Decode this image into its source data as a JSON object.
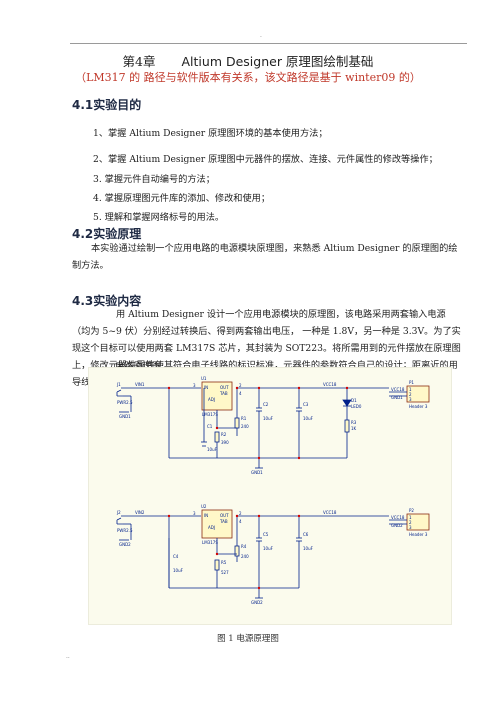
{
  "header": {
    "dot": "·",
    "chapter_num": "第4章",
    "chapter_title": "Altium Designer 原理图绘制基础",
    "subtitle": "（LM317 的 路径与软件版本有关系，该文路径是基于 winter09 的）"
  },
  "section1": {
    "heading": "4.1实验目的",
    "items": [
      "1、掌握 Altium Designer 原理图环境的基本使用方法；",
      "2、掌握 Altium Designer 原理图中元器件的摆放、连接、元件属性的修改等操作；",
      "3. 掌握元件自动编号的方法；",
      "4. 掌握原理图元件库的添加、修改和使用；",
      "5. 理解和掌握网络标号的用法。"
    ]
  },
  "section2": {
    "heading": "4.2实验原理",
    "body": "本实验通过绘制一个应用电路的电源模块原理图，来熟悉 Altium Designer 的原理图的绘制方法。"
  },
  "section3": {
    "heading": "4.3实验内容",
    "body": "用 Altium Designer 设计一个应用电源模块的原理图，该电路采用两套输入电源（均为 5~9 伏）分别经过转换后、得到两套输出电压， 一种是 1.8V，另一种是 3.3V。为了实现这个目标可以使用两套 LM317S 芯片，其封装为 SOT223。将所需用到的元件摆放在原理图上，修改元器件属性使其符合电子线路的标识标准，元器件的参数符合自己的设计；距离近的用导线连接，距离远的可以用网络标号连接。",
    "label": "电路原理图:"
  },
  "schematic": {
    "top": {
      "j": "J1",
      "jport": "PWR2.5",
      "net_in": "VIN1",
      "gnd_in": "GND1",
      "u": "U1",
      "upin_in": "IN",
      "upin_out": "OUT",
      "upin_tab": "TAB",
      "upin_adj": "ADJ",
      "upart": "LM317S",
      "p3": "3",
      "p2": "2",
      "p4": "4",
      "c1": "C1",
      "c1v": "10uF",
      "r1": "R1",
      "r1v": "240",
      "r2": "R2",
      "r2v": "390",
      "c2": "C2",
      "c2v": "10uF",
      "c3": "C3",
      "c3v": "10uF",
      "d": "D1",
      "dv": "LED0",
      "r3": "R3",
      "r3v": "1K",
      "gnd_mid": "GND1",
      "net_out": "VCC18",
      "p1": "P1",
      "p1pins": [
        "1",
        "2",
        "3"
      ],
      "p1part": "Header 3",
      "lbl_vcc": "VCC18",
      "lbl_gnd": "GND1"
    },
    "bottom": {
      "j": "J2",
      "jport": "PWR2.5",
      "net_in": "VIN2",
      "gnd_in": "GND2",
      "u": "U2",
      "upin_in": "IN",
      "upin_out": "OUT",
      "upin_tab": "TAB",
      "upin_adj": "ADJ",
      "upart": "LM317S",
      "p3": "3",
      "p2": "2",
      "p4": "4",
      "c4": "C4",
      "c4v": "10uF",
      "r4": "R4",
      "r4v": "240",
      "r5": "R5",
      "r5v": "527",
      "c5": "C5",
      "c5v": "10uF",
      "c6": "C6",
      "c6v": "10uF",
      "gnd_mid": "GND2",
      "net_out": "VCC18",
      "p2h": "P2",
      "p2pins": [
        "1",
        "2",
        "3"
      ],
      "p2part": "Header 3",
      "lbl_vcc": "VCC18",
      "lbl_gnd": "GND2"
    }
  },
  "figure_caption": "图 1 电源原理图",
  "footer": {
    "dot": "··"
  }
}
